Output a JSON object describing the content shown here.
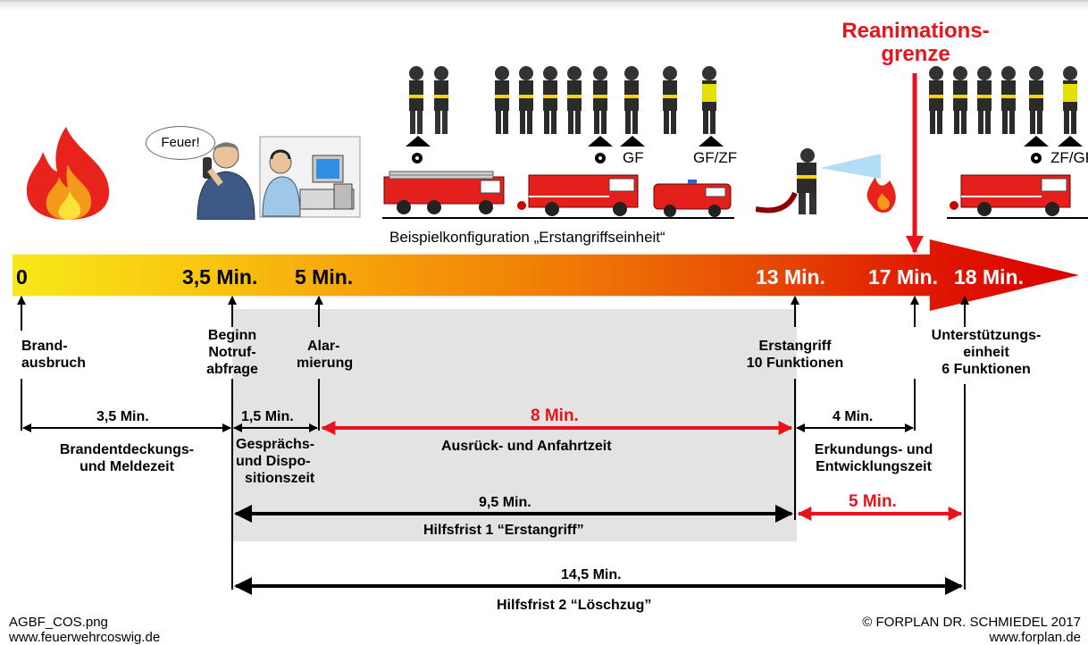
{
  "reanimation": {
    "line1": "Reanimations-",
    "line2": "grenze"
  },
  "speech_bubble": "Feuer!",
  "vehicle_labels": {
    "gf": "GF",
    "gfzf": "GF/ZF",
    "zfgf": "ZF/GF"
  },
  "config_caption": "Beispielkonfiguration „Erstangriffseinheit“",
  "ticks": {
    "t0": "0",
    "t35": "3,5 Min.",
    "t5": "5 Min.",
    "t13": "13 Min.",
    "t17": "17 Min.",
    "t18": "18 Min."
  },
  "events": {
    "brand_1": "Brand-",
    "brand_2": "ausbruch",
    "beginn_1": "Beginn",
    "beginn_2": "Notruf-",
    "beginn_3": "abfrage",
    "alarm_1": "Alar-",
    "alarm_2": "mierung",
    "erst_1": "Erstangriff",
    "erst_2": "10 Funktionen",
    "unter_1": "Unterstützungs-",
    "unter_2": "einheit",
    "unter_3": "6 Funktionen"
  },
  "durations": {
    "d35": "3,5 Min.",
    "d15": "1,5 Min.",
    "d8": "8 Min.",
    "d4": "4 Min.",
    "d95": "9,5 Min.",
    "d5": "5 Min.",
    "d145": "14,5 Min."
  },
  "phases": {
    "entdeckung_1": "Brandentdeckungs-",
    "entdeckung_2": "und Meldezeit",
    "gespraech_1": "Gesprächs-",
    "gespraech_2": "und Dispo-",
    "gespraech_3": "sitionszeit",
    "ausrueck": "Ausrück- und Anfahrtzeit",
    "erkundung_1": "Erkundungs- und",
    "erkundung_2": "Entwicklungszeit",
    "hilfsfrist1": "Hilfsfrist 1 “Erstangriff”",
    "hilfsfrist2": "Hilfsfrist 2 “Löschzug”"
  },
  "footer": {
    "left_1": "AGBF_COS.png",
    "left_2": "www.feuerwehrcoswig.de",
    "right_1": "© FORPLAN DR. SCHMIEDEL 2017",
    "right_2": "www.forplan.de"
  },
  "colors": {
    "red_accent": "#e8141b",
    "shaded_area": "#e3e3e3",
    "timeline_start": "#f7e81a",
    "timeline_end": "#d90000"
  },
  "icons": [
    "flame-icon",
    "caller-icon",
    "dispatcher-icon",
    "firefighter-icon",
    "fire-truck-icon",
    "ladder-truck-icon",
    "command-van-icon",
    "hose-firefighter-icon"
  ]
}
